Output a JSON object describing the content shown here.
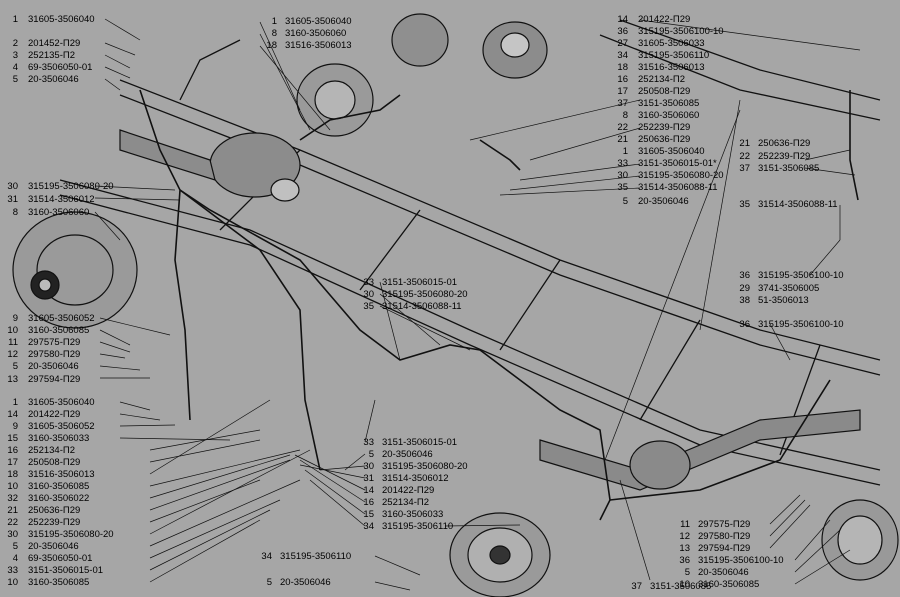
{
  "palette": {
    "background": "#a6a6a6",
    "line": "#111111",
    "text": "#000000"
  },
  "groups": [
    {
      "id": "g-top-left",
      "items": [
        [
          "1",
          "31605-3506040"
        ],
        [
          "2",
          "201452-П29"
        ],
        [
          "3",
          "252135-П2"
        ],
        [
          "4",
          "69-3506050-01"
        ],
        [
          "5",
          "20-3506046"
        ]
      ]
    },
    {
      "id": "g-top-mid",
      "items": [
        [
          "1",
          "31605-3506040"
        ],
        [
          "8",
          "3160-3506060"
        ],
        [
          "18",
          "31516-3506013"
        ]
      ]
    },
    {
      "id": "g-top-right",
      "items": [
        [
          "14",
          "201422-П29"
        ],
        [
          "36",
          "315195-3506100-10"
        ],
        [
          "27",
          "31605-3506033"
        ],
        [
          "34",
          "315195-3506110"
        ],
        [
          "18",
          "31516-3506013"
        ],
        [
          "16",
          "252134-П2"
        ],
        [
          "17",
          "250508-П29"
        ],
        [
          "37",
          "3151-3506085"
        ],
        [
          "8",
          "3160-3506060"
        ],
        [
          "22",
          "252239-П29"
        ],
        [
          "21",
          "250636-П29"
        ],
        [
          "1",
          "31605-3506040"
        ],
        [
          "33",
          "3151-3506015-01*"
        ],
        [
          "30",
          "315195-3506080-20"
        ],
        [
          "35",
          "31514-3506088-11"
        ],
        [
          "5",
          "20-3506046"
        ]
      ]
    },
    {
      "id": "g-right-upper",
      "items": [
        [
          "21",
          "250636-П29"
        ],
        [
          "22",
          "252239-П29"
        ],
        [
          "37",
          "3151-3506085"
        ]
      ]
    },
    {
      "id": "g-right-35",
      "items": [
        [
          "35",
          "31514-3506088-11"
        ]
      ]
    },
    {
      "id": "g-left-30",
      "items": [
        [
          "30",
          "315195-3506080-20"
        ],
        [
          "31",
          "31514-3506012"
        ],
        [
          "8",
          "3160-3506060"
        ]
      ]
    },
    {
      "id": "g-center-33",
      "items": [
        [
          "33",
          "3151-3506015-01"
        ],
        [
          "30",
          "315195-3506080-20"
        ],
        [
          "35",
          "31514-3506088-11"
        ]
      ]
    },
    {
      "id": "g-right-36",
      "items": [
        [
          "36",
          "315195-3506100-10"
        ],
        [
          "29",
          "3741-3506005"
        ],
        [
          "38",
          "51-3506013"
        ]
      ]
    },
    {
      "id": "g-right-36b",
      "items": [
        [
          "36",
          "315195-3506100-10"
        ]
      ]
    },
    {
      "id": "g-left-9",
      "items": [
        [
          "9",
          "31605-3506052"
        ],
        [
          "10",
          "3160-3506085"
        ],
        [
          "11",
          "297575-П29"
        ],
        [
          "12",
          "297580-П29"
        ],
        [
          "5",
          "20-3506046"
        ],
        [
          "13",
          "297594-П29"
        ]
      ]
    },
    {
      "id": "g-left-1",
      "items": [
        [
          "1",
          "31605-3506040"
        ],
        [
          "14",
          "201422-П29"
        ],
        [
          "9",
          "31605-3506052"
        ],
        [
          "15",
          "3160-3506033"
        ],
        [
          "16",
          "252134-П2"
        ],
        [
          "17",
          "250508-П29"
        ],
        [
          "18",
          "31516-3506013"
        ],
        [
          "10",
          "3160-3506085"
        ],
        [
          "32",
          "3160-3506022"
        ],
        [
          "21",
          "250636-П29"
        ],
        [
          "22",
          "252239-П29"
        ],
        [
          "30",
          "315195-3506080-20"
        ],
        [
          "5",
          "20-3506046"
        ],
        [
          "4",
          "69-3506050-01"
        ],
        [
          "33",
          "3151-3506015-01"
        ],
        [
          "10",
          "3160-3506085"
        ]
      ]
    },
    {
      "id": "g-center-33b",
      "items": [
        [
          "33",
          "3151-3506015-01"
        ],
        [
          "5",
          "20-3506046"
        ],
        [
          "30",
          "315195-3506080-20"
        ],
        [
          "31",
          "31514-3506012"
        ],
        [
          "14",
          "201422-П29"
        ],
        [
          "16",
          "252134-П2"
        ],
        [
          "15",
          "3160-3506033"
        ],
        [
          "34",
          "315195-3506110"
        ]
      ]
    },
    {
      "id": "g-bottom-34",
      "items": [
        [
          "34",
          "315195-3506110"
        ]
      ]
    },
    {
      "id": "g-bottom-5",
      "items": [
        [
          "5",
          "20-3506046"
        ]
      ]
    },
    {
      "id": "g-bottom-37",
      "items": [
        [
          "37",
          "3151-3506085"
        ]
      ]
    },
    {
      "id": "g-bottom-right",
      "items": [
        [
          "11",
          "297575-П29"
        ],
        [
          "12",
          "297580-П29"
        ],
        [
          "13",
          "297594-П29"
        ],
        [
          "36",
          "315195-3506100-10"
        ],
        [
          "5",
          "20-3506046"
        ],
        [
          "10",
          "3160-3506085"
        ]
      ]
    }
  ]
}
